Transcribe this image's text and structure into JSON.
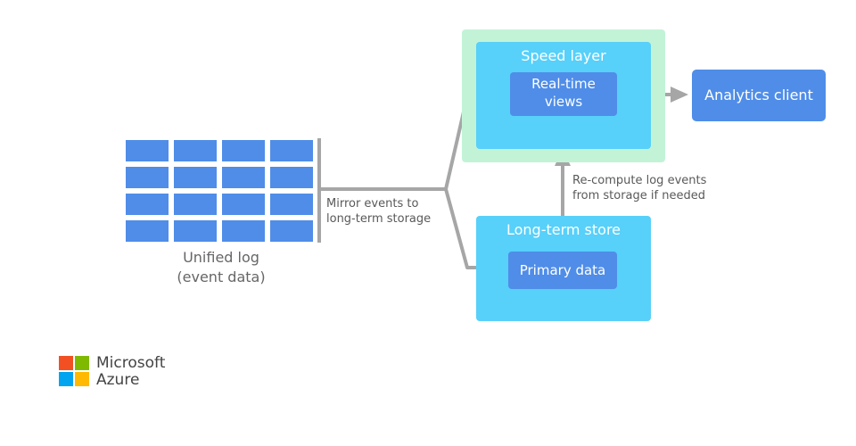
{
  "diagram": {
    "unified_log": {
      "label_line1": "Unified log",
      "label_line2": "(event data)",
      "cell_color": "#4f8de8",
      "rows": 4,
      "cols": 4
    },
    "mirror_label": {
      "line1": "Mirror events to",
      "line2": "long-term storage"
    },
    "speed_layer": {
      "title": "Speed layer",
      "inner_line1": "Real-time",
      "inner_line2": "views",
      "halo_color": "#c3f3d7",
      "box_color": "#57d0fa"
    },
    "long_term_store": {
      "title": "Long-term store",
      "inner": "Primary data",
      "box_color": "#57d0fa"
    },
    "recompute_label": {
      "line1": "Re-compute log events",
      "line2": "from storage if needed"
    },
    "analytics_client": {
      "label": "Analytics client",
      "color": "#4f8de8"
    },
    "connector_color": "#a6a6a6"
  },
  "brand": {
    "line1": "Microsoft",
    "line2": "Azure",
    "logo_colors": [
      "#f25022",
      "#7fba00",
      "#00a4ef",
      "#ffb900"
    ]
  }
}
